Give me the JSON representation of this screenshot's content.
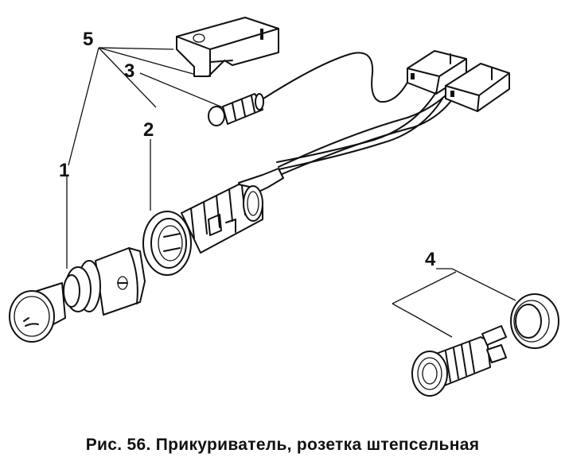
{
  "figure": {
    "labels": {
      "l1": "1",
      "l2": "2",
      "l3": "3",
      "l4": "4",
      "l5": "5"
    }
  },
  "caption": "Рис. 56. Прикуриватель, розетка штепсельная"
}
